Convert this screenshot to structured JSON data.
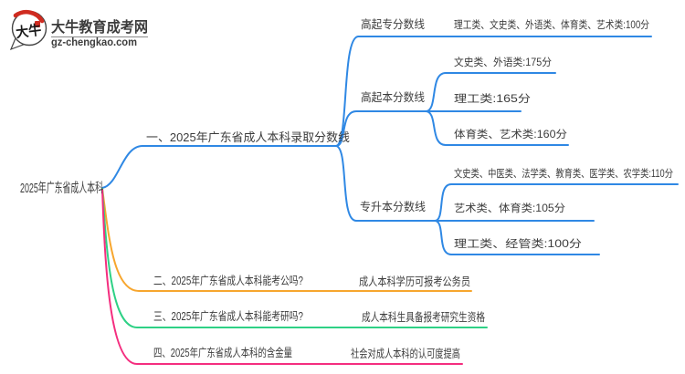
{
  "brand": {
    "logo_characters": "大牛",
    "site_name": "大牛教育成考网",
    "site_url": "gz-chengkao.com",
    "colors": {
      "brand_green": "#1b8f3e",
      "logo_red": "#cf2b20"
    }
  },
  "mindmap": {
    "root": {
      "label": "2025年广东省成人本科"
    },
    "branch_colors": {
      "blue": "#2f88e4",
      "orange": "#f7a62e",
      "green": "#2ed185",
      "pink": "#f42e7f"
    },
    "topics": [
      {
        "label": "一、2025年广东省成人本科录取分数线",
        "color": "#2f88e4",
        "children": [
          {
            "label": "高起专分数线",
            "children": [
              {
                "label": "理工类、文史类、外语类、体育类、艺术类:100分"
              }
            ]
          },
          {
            "label": "高起本分数线",
            "children": [
              {
                "label": "文史类、外语类:175分"
              },
              {
                "label": "理工类:165分"
              },
              {
                "label": "体育类、艺术类:160分"
              }
            ]
          },
          {
            "label": "专升本分数线",
            "children": [
              {
                "label": "文史类、中医类、法学类、教育类、医学类、农学类:110分"
              },
              {
                "label": "艺术类、体育类:105分"
              },
              {
                "label": "理工类、经管类:100分"
              }
            ]
          }
        ]
      },
      {
        "label": "二、2025年广东省成人本科能考公吗?",
        "color": "#f7a62e",
        "children": [
          {
            "label": "成人本科学历可报考公务员"
          }
        ]
      },
      {
        "label": "三、2025年广东省成人本科能考研吗?",
        "color": "#2ed185",
        "children": [
          {
            "label": "成人本科生具备报考研究生资格"
          }
        ]
      },
      {
        "label": "四、2025年广东省成人本科的含金量",
        "color": "#f42e7f",
        "children": [
          {
            "label": "社会对成人本科的认可度提高"
          }
        ]
      }
    ]
  }
}
